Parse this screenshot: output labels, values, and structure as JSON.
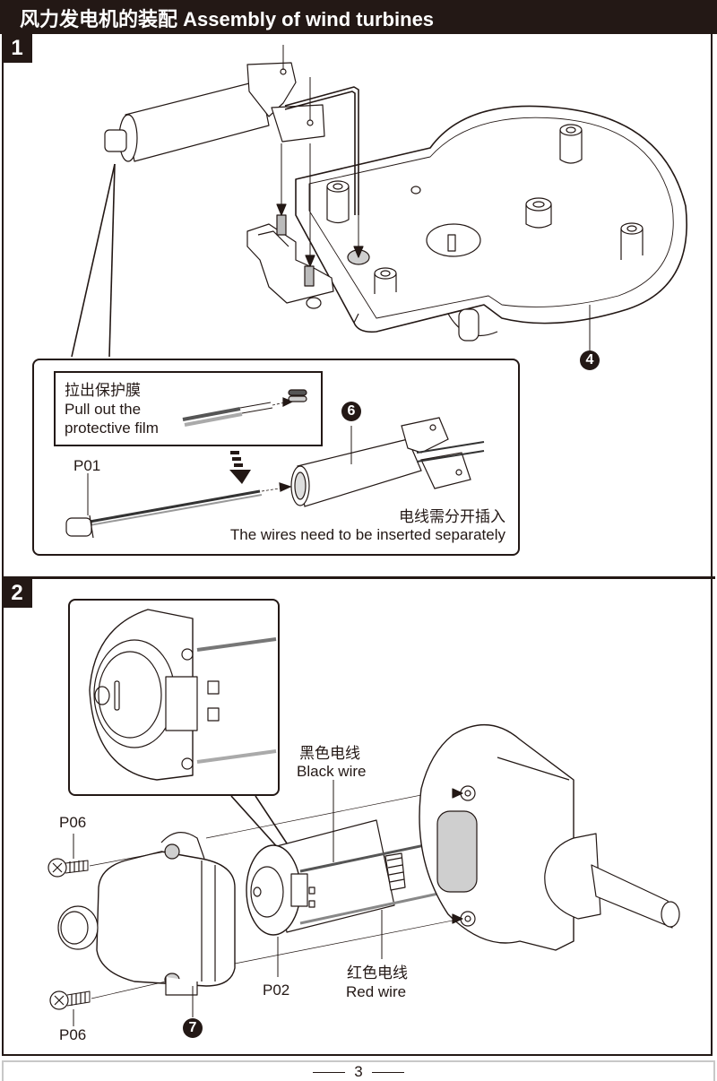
{
  "header": {
    "title": "风力发电机的装配  Assembly of wind turbines"
  },
  "steps": [
    {
      "number": "1",
      "callouts": [
        {
          "id": "4",
          "label": "4"
        },
        {
          "id": "6",
          "label": "6"
        }
      ],
      "film_note": {
        "zh": "拉出保护膜",
        "en_line1": "Pull out the",
        "en_line2": "protective film"
      },
      "part_label": "P01",
      "wire_note": {
        "zh": "电线需分开插入",
        "en": "The wires need to be inserted separately"
      }
    },
    {
      "number": "2",
      "callouts": [
        {
          "id": "7",
          "label": "7"
        }
      ],
      "part_labels": {
        "screw_top": "P06",
        "screw_bottom": "P06",
        "motor": "P02"
      },
      "black_wire": {
        "zh": "黑色电线",
        "en": "Black wire"
      },
      "red_wire": {
        "zh": "红色电线",
        "en": "Red wire"
      }
    }
  ],
  "footer": {
    "page_number": "3"
  },
  "colors": {
    "ink": "#231815",
    "wire_gray": "#9a9a9a",
    "fill_gray": "#cfcfcf",
    "footer_border": "#c8c8c8"
  }
}
